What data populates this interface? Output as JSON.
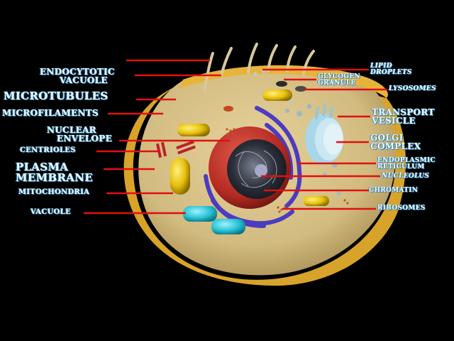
{
  "labels": {
    "endocytotic": "ENDOCYTOTIC VACUOLE",
    "endocytotic_l1": "ENDOCYTOTIC",
    "endocytotic_l2": "VACUOLE",
    "microtubules": "MICROTUBULES",
    "microfilaments": "MICROFILAMENTS",
    "nuclear_l1": "NUCLEAR",
    "nuclear_l2": "ENVELOPE",
    "centrioles": "CENTRIOLES",
    "plasma_l1": "PLASMA",
    "plasma_l2": "MEMBRANE",
    "mitochondria": "MITOCHONDRIA",
    "vacuole": "VACUOLE",
    "lipid_l1": "LIPID",
    "lipid_l2": "DROPLETS",
    "glycogen_l1": "GLYCOGEN",
    "glycogen_l2": "GRANULE",
    "lysosomes": "LYSOSOMES",
    "transport_l1": "TRANSPORT",
    "transport_l2": "VESICLE",
    "golgi_l1": "GOLGI",
    "golgi_l2": "COMPLEX",
    "er_l1": "ENDOPLASMIC",
    "er_l2": "RETICULUM",
    "nucleolus": "NUCLEOLUS",
    "chromatin": "CHROMATIN",
    "ribosomes": "RIBOSOMES"
  },
  "colors": {
    "background": "#000000",
    "pointer": "#e01010",
    "cytoplasm": "#d9c38a",
    "membrane": "#d8a32a",
    "nucleus": "#c0302a",
    "mitochondria": "#e9c20d",
    "er": "#4b3cc0",
    "vacuole": "#2fc7d6",
    "golgi": "#a9d6e8",
    "label_text": "#e8f6ff"
  }
}
